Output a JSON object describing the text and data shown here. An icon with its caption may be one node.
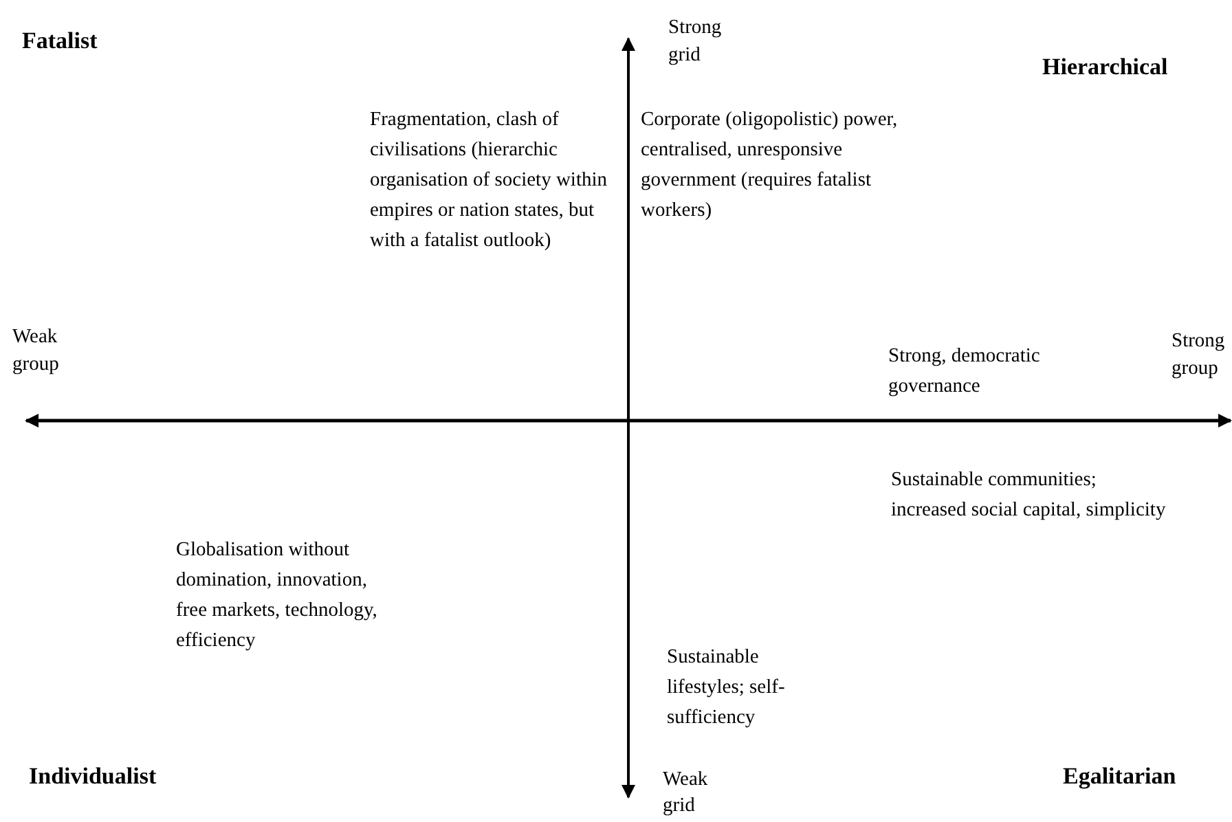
{
  "diagram": {
    "labels": [
      "Fatalist",
      "Strong grid",
      "Hierarchical",
      "Fragmentation, clash of civilisations (hierarchic organisation of society within empires or nation states, but with a fatalist outlook)",
      "Corporate (oligopolistic) power, centralised, unresponsive government (requires fatalist workers)",
      "Weak group",
      "Strong, democratic governance",
      "Strong group",
      "Sustainable communities; increased social capital, simplicity",
      "Globalisation without domination, innovation, free markets, technology, efficiency",
      "Sustainable lifestyles; self-sufficiency",
      "Individualist",
      "Weak grid",
      "Egalitarian"
    ]
  }
}
